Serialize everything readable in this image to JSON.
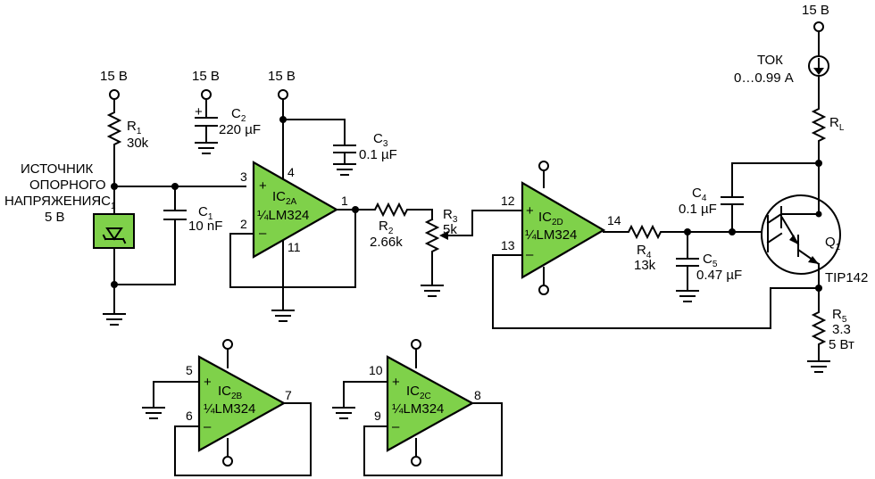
{
  "supply": {
    "label": "15 В"
  },
  "reference": {
    "line1": "ИСТОЧНИК",
    "line2": "ОПОРНОГО",
    "line3": "НАПРЯЖЕНИЯ",
    "line4": "5 В",
    "ic_ref": "IC",
    "ic_sub": "1"
  },
  "components": {
    "r1": {
      "ref": "R",
      "sub": "1",
      "value": "30k"
    },
    "c1": {
      "ref": "C",
      "sub": "1",
      "value": "10 nF"
    },
    "c2": {
      "ref": "C",
      "sub": "2",
      "value": "220 µF",
      "polarity": "+"
    },
    "c3": {
      "ref": "C",
      "sub": "3",
      "value": "0.1 µF"
    },
    "r2": {
      "ref": "R",
      "sub": "2",
      "value": "2.66k"
    },
    "r3": {
      "ref": "R",
      "sub": "3",
      "value": "5k"
    },
    "r4": {
      "ref": "R",
      "sub": "4",
      "value": "13k"
    },
    "c4": {
      "ref": "C",
      "sub": "4",
      "value": "0.1 µF"
    },
    "c5": {
      "ref": "C",
      "sub": "5",
      "value": "0.47 µF"
    },
    "rl": {
      "ref": "R",
      "sub": "L"
    },
    "r5": {
      "ref": "R",
      "sub": "5",
      "value": "3.3",
      "power": "5 Вт"
    },
    "q1": {
      "ref": "Q",
      "sub": "1",
      "part": "TIP142"
    }
  },
  "opamps": {
    "ic2a": {
      "name": "IC",
      "sub": "2A",
      "part": "¼LM324",
      "plus": "+",
      "minus": "–",
      "pin_in_plus": "3",
      "pin_in_minus": "2",
      "pin_out": "1",
      "pin_vcc": "4",
      "pin_gnd": "11"
    },
    "ic2b": {
      "name": "IC",
      "sub": "2B",
      "part": "¼LM324",
      "plus": "+",
      "minus": "–",
      "pin_in_plus": "5",
      "pin_in_minus": "6",
      "pin_out": "7"
    },
    "ic2c": {
      "name": "IC",
      "sub": "2C",
      "part": "¼LM324",
      "plus": "+",
      "minus": "–",
      "pin_in_plus": "10",
      "pin_in_minus": "9",
      "pin_out": "8"
    },
    "ic2d": {
      "name": "IC",
      "sub": "2D",
      "part": "¼LM324",
      "plus": "+",
      "minus": "–",
      "pin_in_plus": "12",
      "pin_in_minus": "13",
      "pin_out": "14"
    }
  },
  "current": {
    "label": "ТОК",
    "range": "0…0.99 А"
  },
  "colors": {
    "opamp_fill": "#7fd14a",
    "wire": "#000000",
    "background": "#ffffff"
  }
}
